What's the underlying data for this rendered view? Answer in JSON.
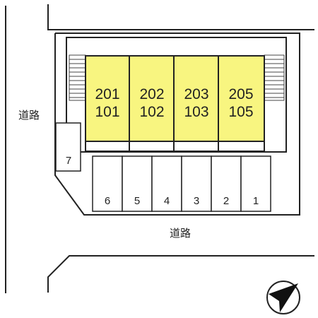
{
  "roads": {
    "west_label": "道路",
    "south_label": "道路"
  },
  "building": {
    "fill_color": "#f8f580",
    "units": [
      {
        "upper": "201",
        "lower": "101"
      },
      {
        "upper": "202",
        "lower": "102"
      },
      {
        "upper": "203",
        "lower": "103"
      },
      {
        "upper": "205",
        "lower": "105"
      }
    ]
  },
  "parking": {
    "spots": [
      "6",
      "5",
      "4",
      "3",
      "2",
      "1"
    ],
    "side_spot": "7"
  },
  "compass": {
    "icon": "north-arrow-icon"
  }
}
